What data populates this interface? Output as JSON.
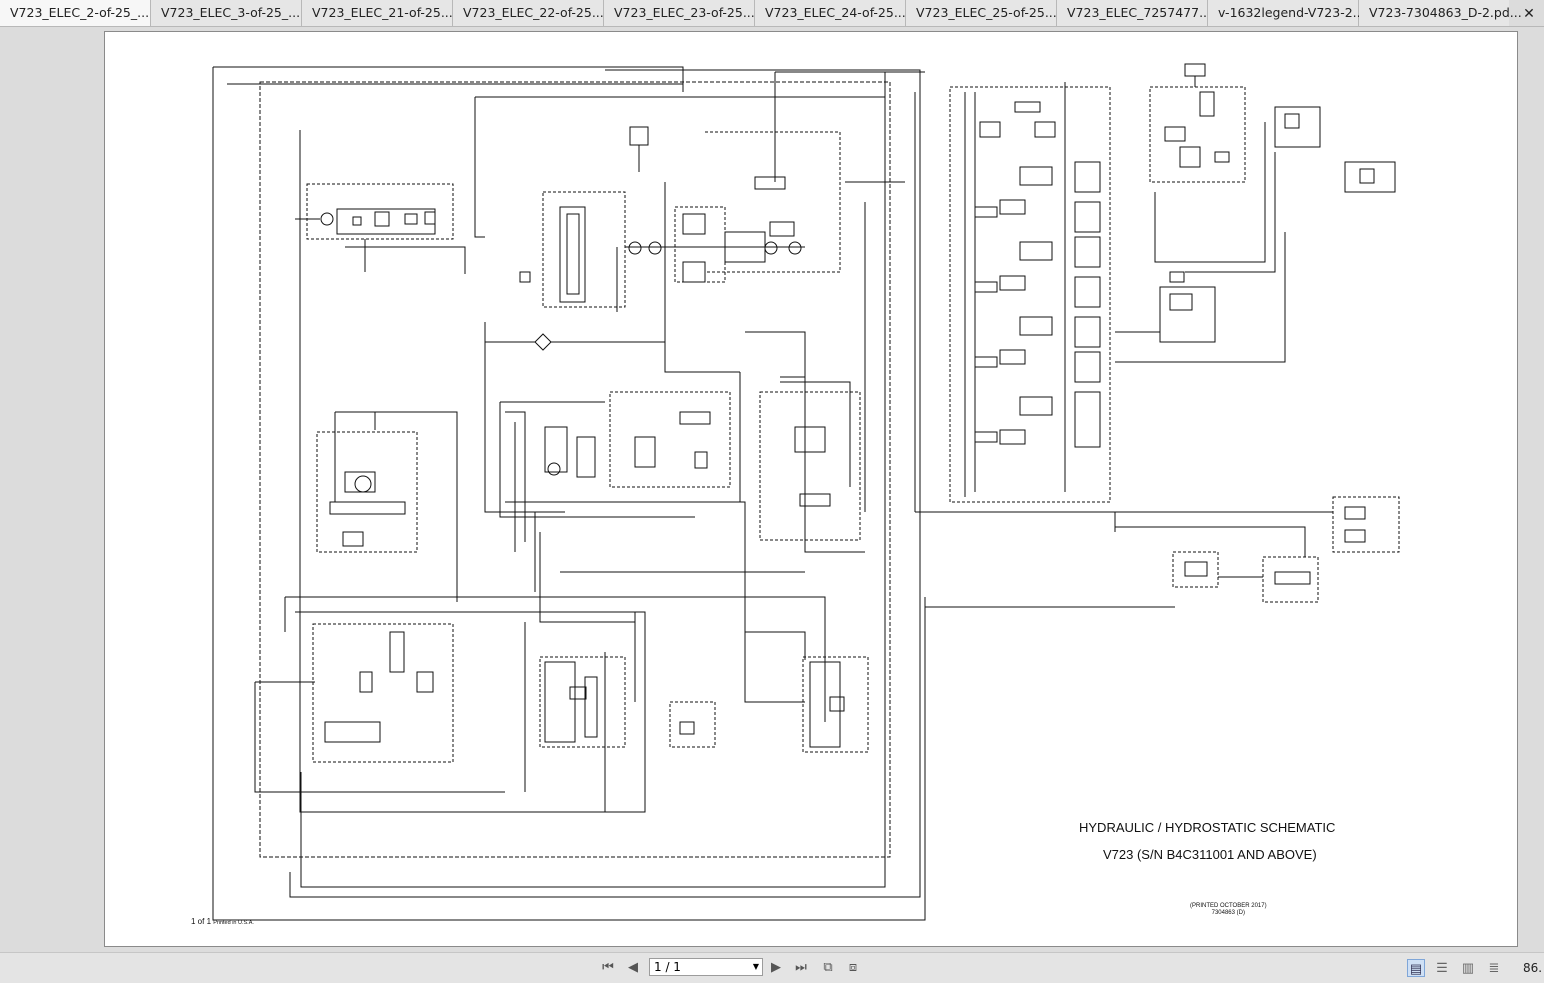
{
  "tabs": [
    {
      "label": "V723_ELEC_2-of-25_..."
    },
    {
      "label": "V723_ELEC_3-of-25_..."
    },
    {
      "label": "V723_ELEC_21-of-25..."
    },
    {
      "label": "V723_ELEC_22-of-25..."
    },
    {
      "label": "V723_ELEC_23-of-25..."
    },
    {
      "label": "V723_ELEC_24-of-25..."
    },
    {
      "label": "V723_ELEC_25-of-25..."
    },
    {
      "label": "V723_ELEC_7257477..."
    },
    {
      "label": "v-1632legend-V723-2..."
    },
    {
      "label": "V723-7304863_D-2.pd..."
    }
  ],
  "tab_close": "✕",
  "document": {
    "title_line1": "HYDRAULIC / HYDROSTATIC SCHEMATIC",
    "title_line2": "V723 (S/N B4C311001 AND ABOVE)",
    "printed": "(PRINTED OCTOBER 2017)",
    "doc_number": "7304863 (D)",
    "page_of": "1 of 1",
    "printed_in": "Printed in U.S.A."
  },
  "statusbar": {
    "first_page": "⏮",
    "prev_page": "◀",
    "page_value": "1 / 1",
    "next_page": "▶",
    "last_page": "⏭",
    "zoom": "86."
  },
  "icons": {
    "first": "first-page-icon",
    "prev": "prev-page-icon",
    "next": "next-page-icon",
    "last": "last-page-icon",
    "fit_page": "fit-page-icon",
    "fit_width": "fit-width-icon",
    "single_page": "single-page-icon",
    "continuous": "continuous-page-icon",
    "two_page": "two-page-icon",
    "scroll_mode": "scroll-mode-icon"
  }
}
